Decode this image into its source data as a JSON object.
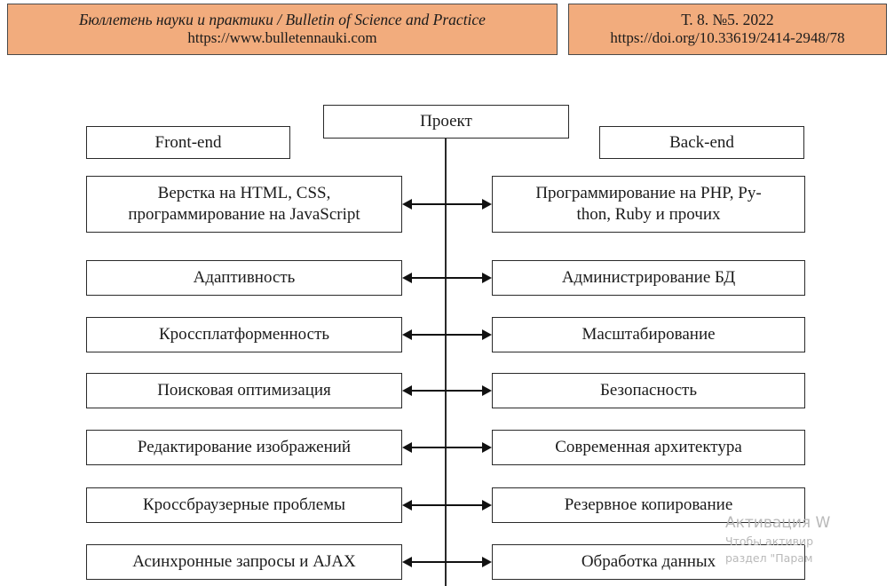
{
  "header": {
    "left": {
      "title": "Бюллетень науки и практики / Bulletin of Science and Practice",
      "url": "https://www.bulletennauki.com"
    },
    "right": {
      "volume": "Т. 8. №5. 2022",
      "doi": "https://doi.org/10.33619/2414-2948/78"
    },
    "background_color": "#f2ac7d",
    "border_color": "#4a4a4a"
  },
  "diagram": {
    "root": {
      "label": "Проект"
    },
    "columns": {
      "left_header": "Front-end",
      "right_header": "Back-end"
    },
    "rows": [
      {
        "left": "Верстка на HTML, CSS,\nпрограммирование на JavaScript",
        "right": "Программирование на PHP, Py-\nthon, Ruby и прочих"
      },
      {
        "left": "Адаптивность",
        "right": "Администрирование БД"
      },
      {
        "left": "Кроссплатформенность",
        "right": "Масштабирование"
      },
      {
        "left": "Поисковая оптимизация",
        "right": "Безопасность"
      },
      {
        "left": "Редактирование изображений",
        "right": "Современная архитектура"
      },
      {
        "left": "Кроссбраузерные проблемы",
        "right": "Резервное копирование"
      },
      {
        "left": "Асинхронные запросы и AJAX",
        "right": "Обработка данных"
      }
    ],
    "connector": "double-headed-arrow",
    "line_color": "#2a2a2a"
  },
  "watermark": {
    "title": "Активация W",
    "line1": "Чтобы активир",
    "line2": "раздел \"Парам",
    "color": "#b9b9b9"
  }
}
